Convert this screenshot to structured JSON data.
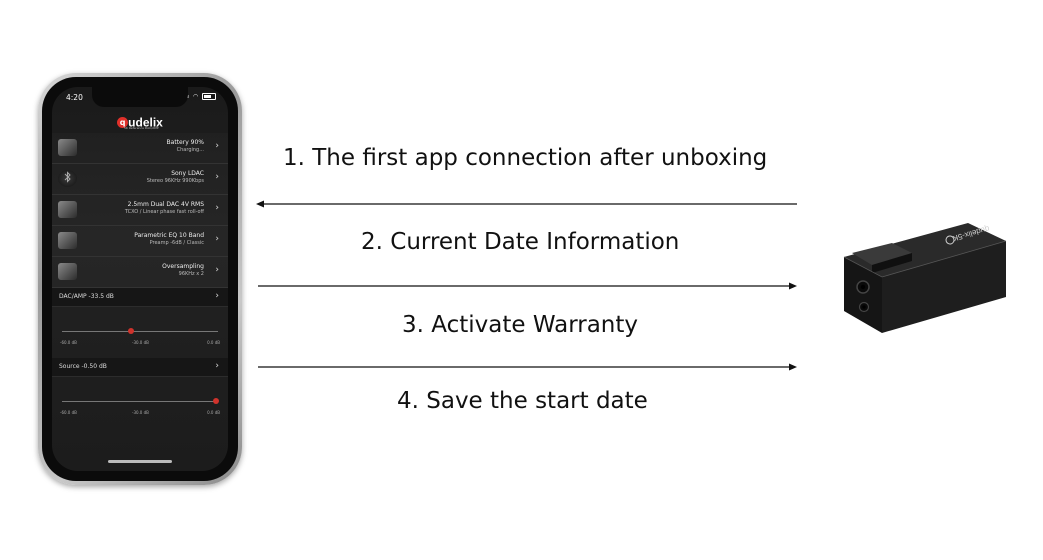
{
  "phone": {
    "status_time": "4:20",
    "logo_text": "udelix",
    "logo_mark": "q",
    "logo_sub": "5K Reference DAC/AMP",
    "menu_items": [
      {
        "title": "Battery 90%",
        "subtitle": "Charging...",
        "icon": "battery-thumb"
      },
      {
        "title": "Sony LDAC",
        "subtitle": "Stereo 96KHz 990Kbps",
        "icon": "bluetooth-icon"
      },
      {
        "title": "2.5mm Dual DAC 4V RMS",
        "subtitle": "TCXO / Linear phase fast roll-off",
        "icon": "dac-thumb"
      },
      {
        "title": "Parametric EQ 10 Band",
        "subtitle": "Preamp -6dB / Classic",
        "icon": "eq-thumb"
      },
      {
        "title": "Oversampling",
        "subtitle": "96KHz x 2",
        "icon": "oversampling-thumb"
      }
    ],
    "sliders": [
      {
        "title": "DAC/AMP -33.5 dB",
        "min_label": "-60.0 dB",
        "mid_label": "-30.0 dB",
        "max_label": "0.0 dB",
        "value_fraction": 0.44
      },
      {
        "title": "Source -0.50 dB",
        "min_label": "-60.0 dB",
        "mid_label": "-30.0 dB",
        "max_label": "0.0 dB",
        "value_fraction": 0.99
      }
    ]
  },
  "steps": [
    {
      "label": "1. The first app connection after unboxing",
      "arrow": "left"
    },
    {
      "label": "2. Current Date Information",
      "arrow": "right"
    },
    {
      "label": "3. Activate Warranty",
      "arrow": "right"
    },
    {
      "label": "4. Save the start date",
      "arrow": "none"
    }
  ],
  "device": {
    "brand_text": "qudelix-5K",
    "body_color": "#1e1e1e"
  }
}
